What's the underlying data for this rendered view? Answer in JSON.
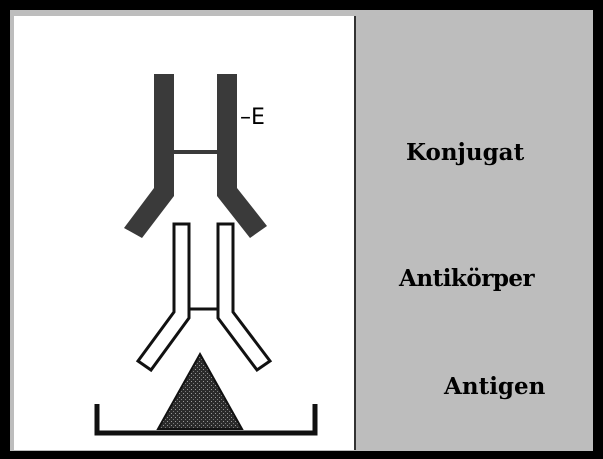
{
  "labels": {
    "conjugate": "Konjugat",
    "antibody": "Antikörper",
    "antigen": "Antigen",
    "enzyme_marker": "–E"
  },
  "colors": {
    "background": "#bdbdbd",
    "panel": "#ffffff",
    "antibody_fill": "#3a3a3a",
    "antigen_fill": "#2e2e2e"
  }
}
